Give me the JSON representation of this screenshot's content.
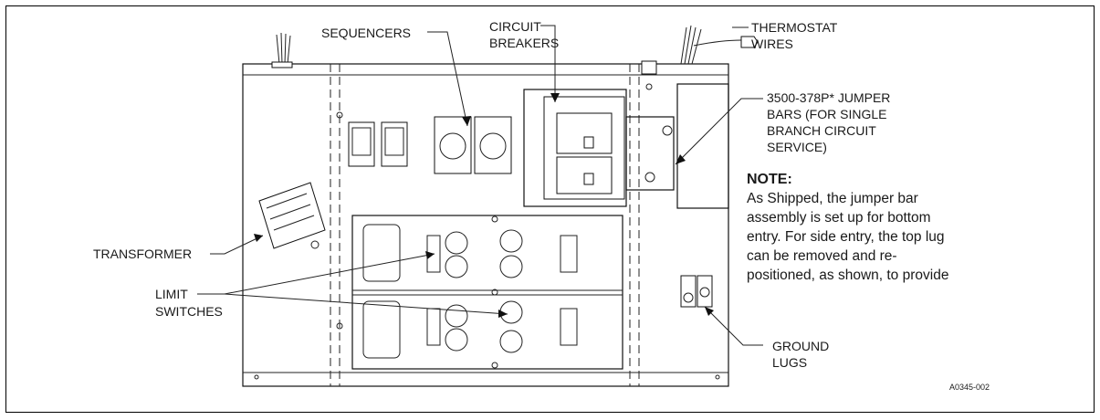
{
  "labels": {
    "sequencers": "SEQUENCERS",
    "circuit_breakers": [
      "CIRCUIT",
      "BREAKERS"
    ],
    "thermostat_wires": [
      "THERMOSTAT",
      "WIRES"
    ],
    "jumper_bars": [
      "3500-378P* JUMPER",
      "BARS (FOR SINGLE",
      "BRANCH CIRCUIT",
      "SERVICE)"
    ],
    "transformer": "TRANSFORMER",
    "limit_switches": [
      "LIMIT",
      "SWITCHES"
    ],
    "ground_lugs": [
      "GROUND",
      "LUGS"
    ]
  },
  "note": {
    "title": "NOTE:",
    "lines": [
      "As Shipped, the jumper bar",
      "assembly is set up for bottom",
      "entry. For side entry, the top lug",
      "can be removed and re-",
      "positioned, as shown, to provide"
    ]
  },
  "figure_code": "A0345-002"
}
